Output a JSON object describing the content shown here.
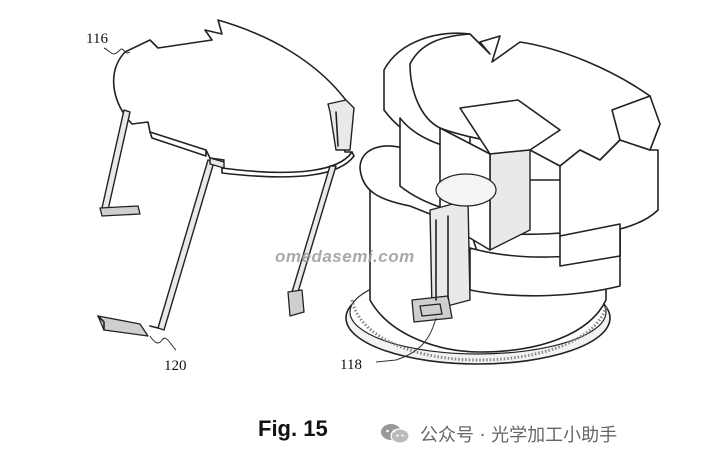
{
  "figure": {
    "caption": "Fig. 15",
    "watermark": "omedasemi.com",
    "labels": {
      "ref_116": "116",
      "ref_120": "120",
      "ref_118": "118"
    }
  },
  "source": {
    "account_text": "公众号 · 光学加工小助手",
    "icon": "wechat-icon"
  }
}
